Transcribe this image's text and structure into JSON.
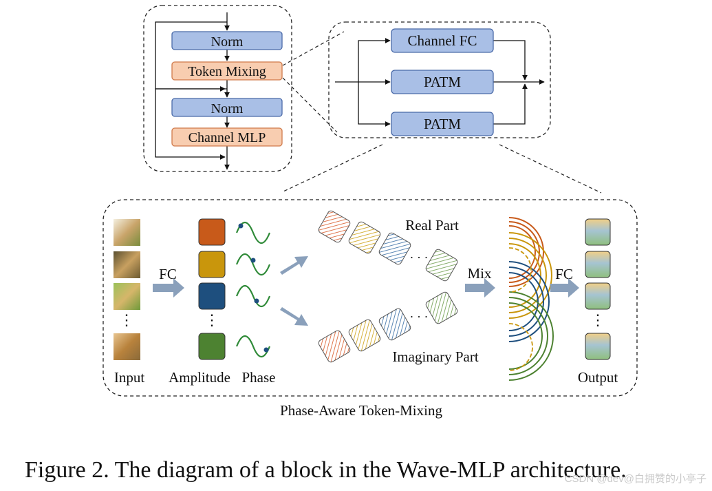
{
  "block": {
    "norm_1": "Norm",
    "token_mixing": "Token Mixing",
    "norm_2": "Norm",
    "channel_mlp": "Channel MLP"
  },
  "token_mixing_module": {
    "channel_fc": "Channel FC",
    "patm_1": "PATM",
    "patm_2": "PATM"
  },
  "patm_detail": {
    "input_label": "Input",
    "fc_label_1": "FC",
    "amplitude_label": "Amplitude",
    "phase_label": "Phase",
    "real_part_label": "Real Part",
    "imaginary_part_label": "Imaginary Part",
    "mix_label": "Mix",
    "fc_label_2": "FC",
    "output_label": "Output",
    "ellipsis": "⋮",
    "ellipsis_h": "· · ·",
    "title": "Phase-Aware Token-Mixing",
    "amplitude_colors": [
      "#c85a1a",
      "#c9960c",
      "#1e4f7e",
      "#4d8231"
    ]
  },
  "caption": "Figure 2. The diagram of a block in the Wave-MLP architecture.",
  "watermark": "CSDN @dev@白拥赞的小亭子"
}
